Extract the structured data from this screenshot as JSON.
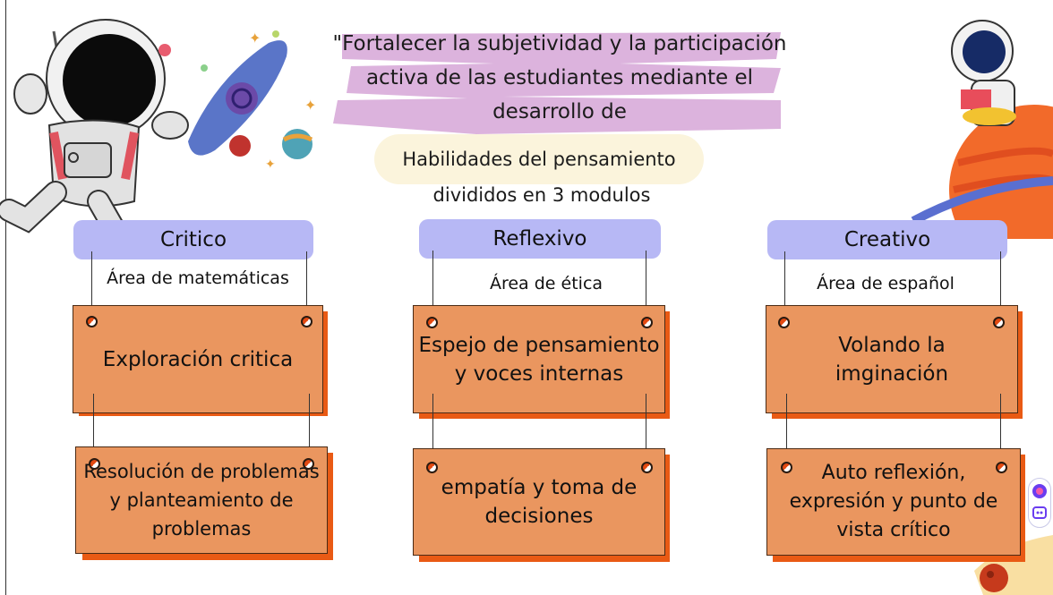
{
  "title": "\"Fortalecer la subjetividad y la participación activa de las estudiantes mediante el desarrollo de",
  "highlight": "Habilidades del pensamiento",
  "subtitle": "divididos en 3 modulos",
  "modules": [
    {
      "name": "Critico",
      "area": "Área de matemáticas",
      "card1": "Exploración critica",
      "card2": "Resolución de problemas y planteamiento de problemas"
    },
    {
      "name": "Reflexivo",
      "area": "Área de ética",
      "card1": "Espejo de pensamiento y voces internas",
      "card2": "empatía y toma de decisiones"
    },
    {
      "name": "Creativo",
      "area": "Área de español",
      "card1": "Volando la imginación",
      "card2": "Auto reflexión, expresión y punto de vista crítico"
    }
  ],
  "colors": {
    "module_pill": "#b7b8f5",
    "card": "#ea965f",
    "card_shadow": "#e95a14",
    "title_brush": "#dcb3dd",
    "highlight_pill": "#fbf4dc"
  },
  "decorations": {
    "astronaut_left": "astronaut-icon",
    "galaxy": "galaxy-icon",
    "astronaut_planet": "astronaut-on-planet-icon",
    "meteor": "meteor-icon"
  }
}
